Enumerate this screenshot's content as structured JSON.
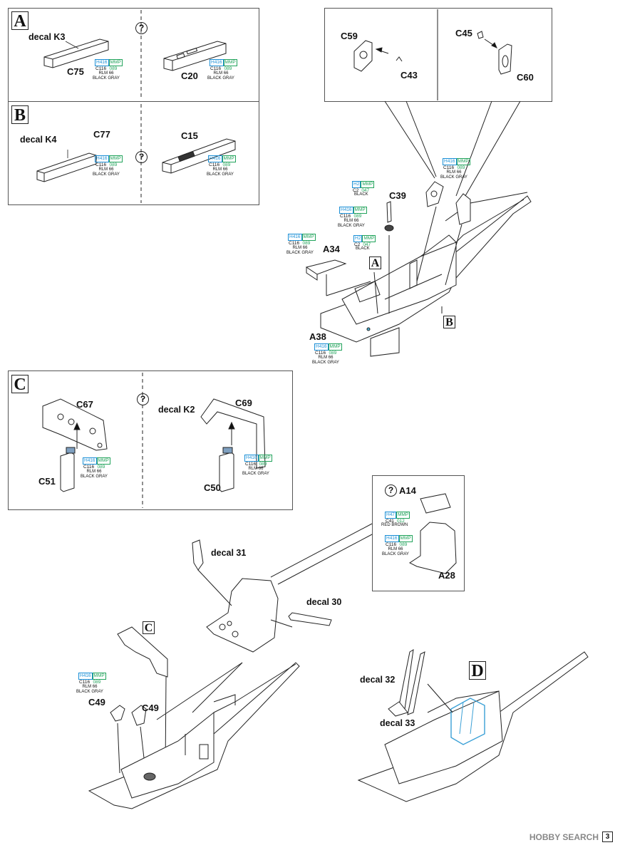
{
  "steps": {
    "A": "A",
    "B": "B",
    "C": "C",
    "D": "D"
  },
  "question": "?",
  "labels": {
    "decal_k3": "decal K3",
    "c75": "C75",
    "c20": "C20",
    "decal_k4": "decal K4",
    "c77": "C77",
    "c15": "C15",
    "c59": "C59",
    "c43": "C43",
    "c45": "C45",
    "c60": "C60",
    "c39": "C39",
    "a34": "A34",
    "a38": "A38",
    "c67": "C67",
    "c51": "C51",
    "decal_k2": "decal K2",
    "c69": "C69",
    "c50": "C50",
    "a14": "A14",
    "a28": "A28",
    "decal31": "decal 31",
    "decal30": "decal 30",
    "c49a": "C49",
    "c49b": "C49",
    "decal32": "decal 32",
    "decal33": "decal 33"
  },
  "paints": {
    "rlm66": {
      "h": "H416",
      "m": "MMP",
      "c": "C116",
      "n": "089",
      "name1": "RLM 66",
      "name2": "BLACK GRAY"
    },
    "black": {
      "h": "H2",
      "m": "MMP",
      "c": "C2",
      "n": "047",
      "name1": "BLACK"
    },
    "redbrown": {
      "h": "H47",
      "m": "MMP",
      "c": "C41",
      "n": "012",
      "name1": "RED BROWN"
    }
  },
  "watermark": "HOBBY SEARCH",
  "page_number": "3"
}
